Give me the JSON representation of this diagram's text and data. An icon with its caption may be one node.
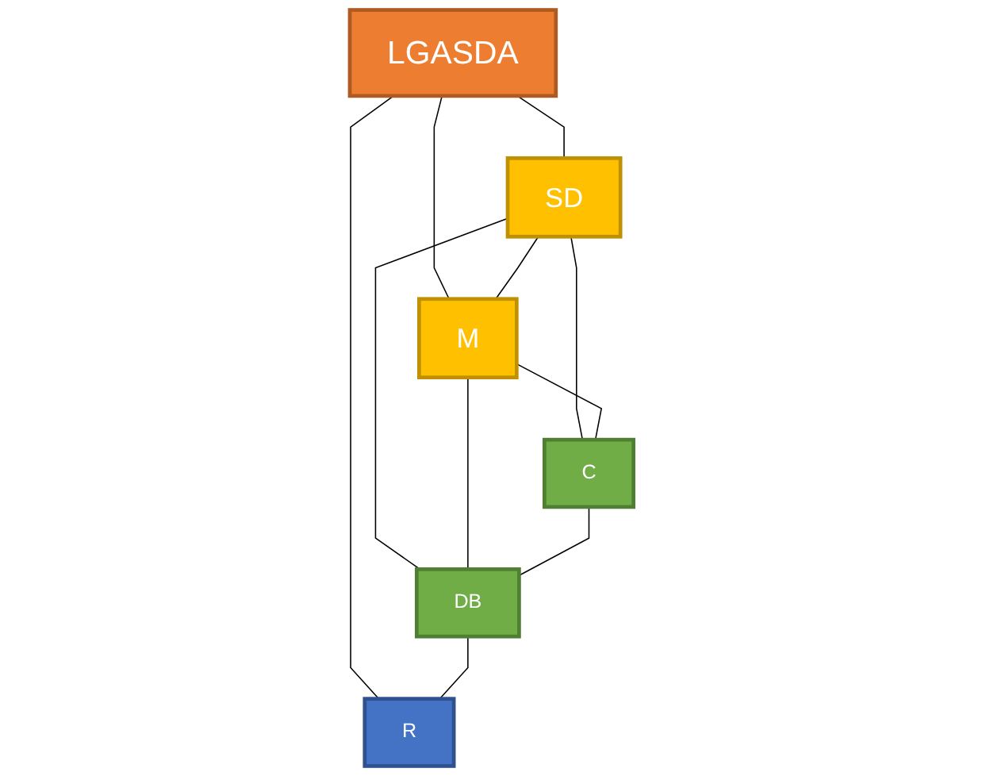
{
  "diagram": {
    "nodes": [
      {
        "text": [
          "LGASDA"
        ]
      },
      {
        "text": [
          "SD"
        ]
      },
      {
        "text": [
          "M"
        ]
      },
      {
        "text": [
          "C"
        ]
      },
      {
        "text": [
          "DB"
        ]
      },
      {
        "text": [
          "R"
        ]
      }
    ],
    "edges": [
      {
        "from": 0,
        "to": 1,
        "arrow": "none"
      },
      {
        "from": 0,
        "to": 2,
        "arrow": "none"
      },
      {
        "from": 0,
        "to": 5,
        "arrow": "none"
      },
      {
        "from": 1,
        "to": 2,
        "arrow": "none"
      },
      {
        "from": 1,
        "to": 3,
        "arrow": "none"
      },
      {
        "from": 1,
        "to": 4,
        "arrow": "none"
      },
      {
        "from": 2,
        "to": 3,
        "arrow": "none"
      },
      {
        "from": 2,
        "to": 4,
        "arrow": "none"
      },
      {
        "from": 3,
        "to": 4,
        "arrow": "none"
      },
      {
        "from": 4,
        "to": 5,
        "arrow": "none"
      }
    ]
  }
}
